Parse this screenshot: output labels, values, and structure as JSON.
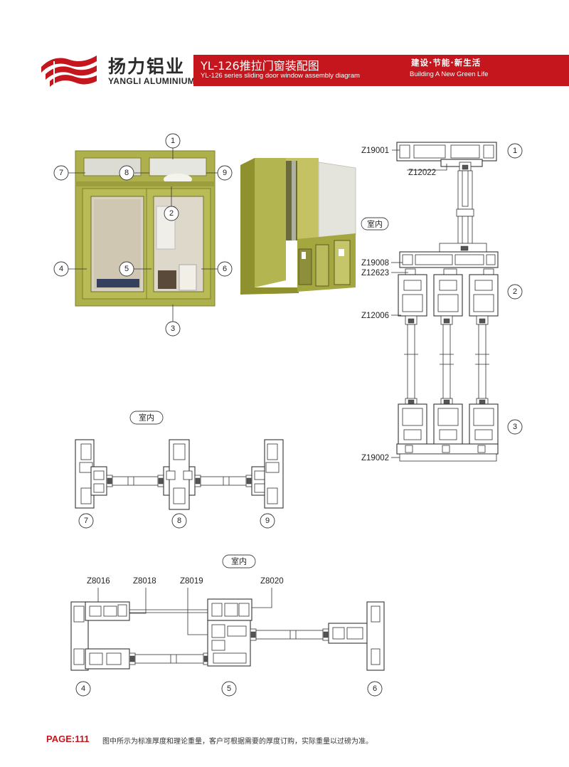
{
  "header": {
    "brand_cn": "扬力铝业",
    "brand_en": "YANGLI ALUMINIUM",
    "title_cn": "YL-126推拉门窗装配图",
    "title_en": "YL-126 series sliding door window assembly diagram",
    "slogan_cn": "建设·节能·新生活",
    "slogan_en": "Building A New Green Life",
    "brand_color": "#c4161c"
  },
  "window_elevation": {
    "callouts": [
      "1",
      "2",
      "3",
      "4",
      "5",
      "6",
      "7",
      "8",
      "9"
    ],
    "frame_color": "#a8aa4a"
  },
  "vertical_section": {
    "callouts": [
      "1",
      "2",
      "3"
    ],
    "parts": [
      "Z19001",
      "Z12022",
      "Z19008",
      "Z12623",
      "Z12006",
      "Z19002"
    ],
    "indoor_label": "室内"
  },
  "transom_section": {
    "indoor_label": "室内",
    "callouts": [
      "7",
      "8",
      "9"
    ]
  },
  "sash_section": {
    "indoor_label": "室内",
    "parts": [
      "Z8016",
      "Z8018",
      "Z8019",
      "Z8020"
    ],
    "callouts": [
      "4",
      "5",
      "6"
    ]
  },
  "footer": {
    "page_label": "PAGE:111",
    "note": "图中所示为标准厚度和理论重量，客户可根据需要的厚度订购，实际重量以过磅为准。"
  }
}
